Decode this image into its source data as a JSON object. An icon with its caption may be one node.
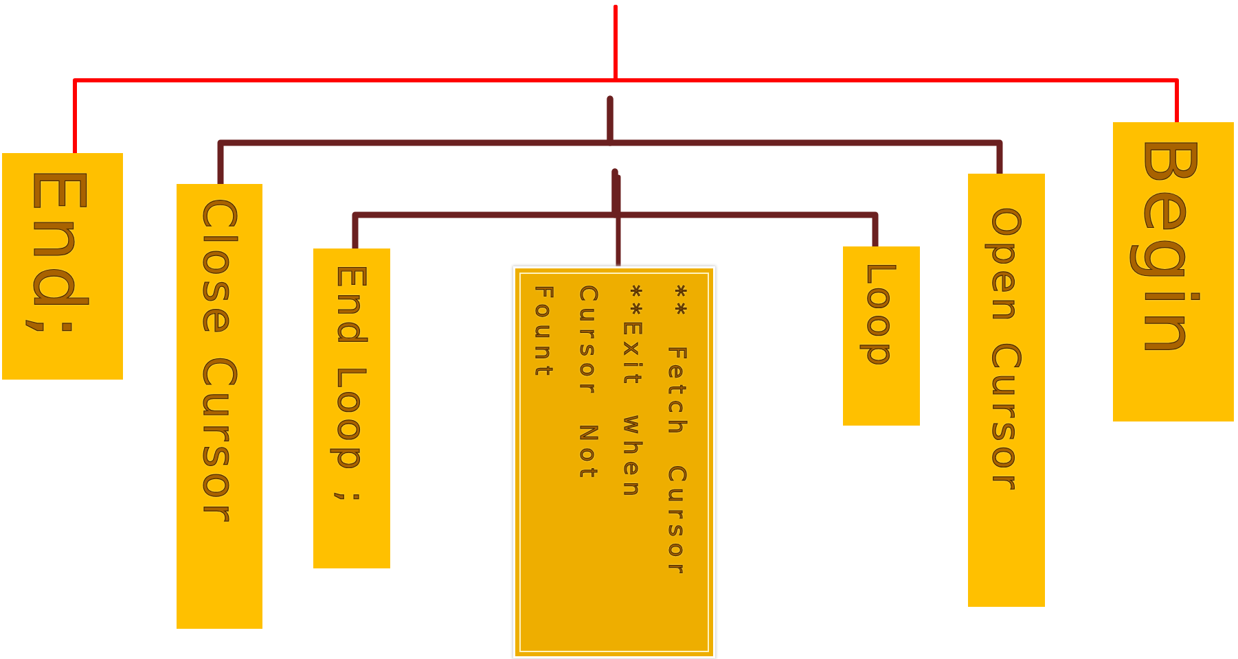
{
  "diagram": {
    "nodes": [
      {
        "text": [
          "End;"
        ]
      },
      {
        "text": [
          "Close Cursor"
        ]
      },
      {
        "text": [
          "End Loop ;"
        ]
      },
      {
        "text": [
          "** Fetch Cursor",
          "**Exit when Cursor Not Fount"
        ]
      },
      {
        "text": [
          "Loop"
        ]
      },
      {
        "text": [
          "Open Cursor"
        ]
      },
      {
        "text": [
          "Begin"
        ]
      }
    ],
    "edges": [
      {
        "from": null,
        "to": 0,
        "arrow": "none",
        "color": "#ff0000"
      },
      {
        "from": null,
        "to": 6,
        "arrow": "none",
        "color": "#ff0000"
      },
      {
        "from": null,
        "to": 1,
        "arrow": "none"
      },
      {
        "from": null,
        "to": 5,
        "arrow": "none"
      },
      {
        "from": null,
        "to": 2,
        "arrow": "none"
      },
      {
        "from": null,
        "to": 4,
        "arrow": "none"
      },
      {
        "from": null,
        "to": 3,
        "arrow": "none"
      }
    ]
  }
}
